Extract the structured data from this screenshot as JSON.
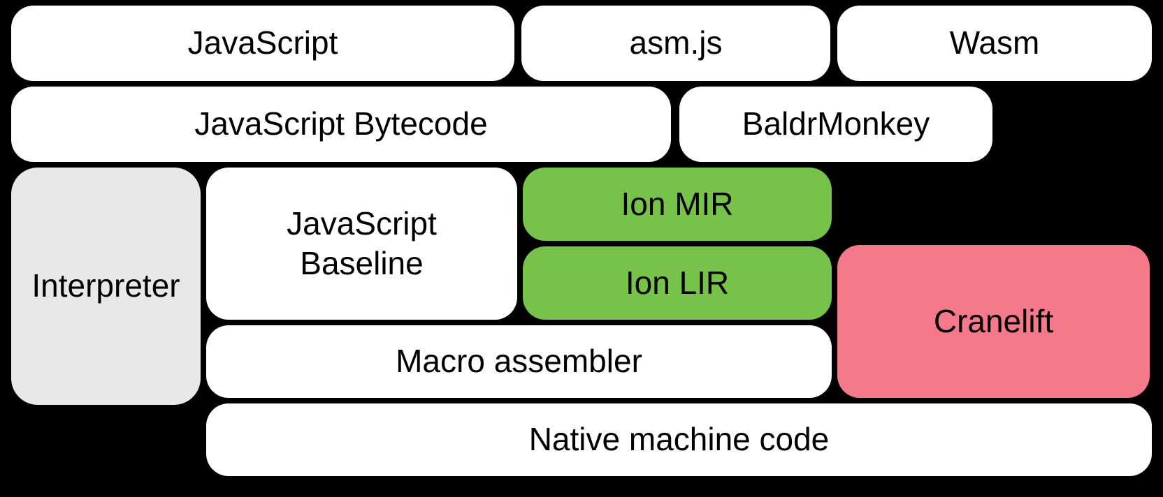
{
  "colors": {
    "background": "#000000",
    "white_box": "#ffffff",
    "gray_box": "#e8e8e8",
    "green_box": "#77c24a",
    "pink_box": "#f4798a",
    "text": "#000000"
  },
  "boxes": {
    "javascript": {
      "label": "JavaScript",
      "color": "#ffffff"
    },
    "asmjs": {
      "label": "asm.js",
      "color": "#ffffff"
    },
    "wasm": {
      "label": "Wasm",
      "color": "#ffffff"
    },
    "bytecode": {
      "label": "JavaScript Bytecode",
      "color": "#ffffff"
    },
    "baldrmonkey": {
      "label": "BaldrMonkey",
      "color": "#ffffff"
    },
    "interpreter": {
      "label": "Interpreter",
      "color": "#e8e8e8"
    },
    "baseline": {
      "label": "JavaScript\nBaseline",
      "color": "#ffffff"
    },
    "ion_mir": {
      "label": "Ion MIR",
      "color": "#77c24a"
    },
    "ion_lir": {
      "label": "Ion LIR",
      "color": "#77c24a"
    },
    "cranelift": {
      "label": "Cranelift",
      "color": "#f4798a"
    },
    "macro_assembler": {
      "label": "Macro assembler",
      "color": "#ffffff"
    },
    "native_machine_code": {
      "label": "Native machine code",
      "color": "#ffffff"
    }
  }
}
